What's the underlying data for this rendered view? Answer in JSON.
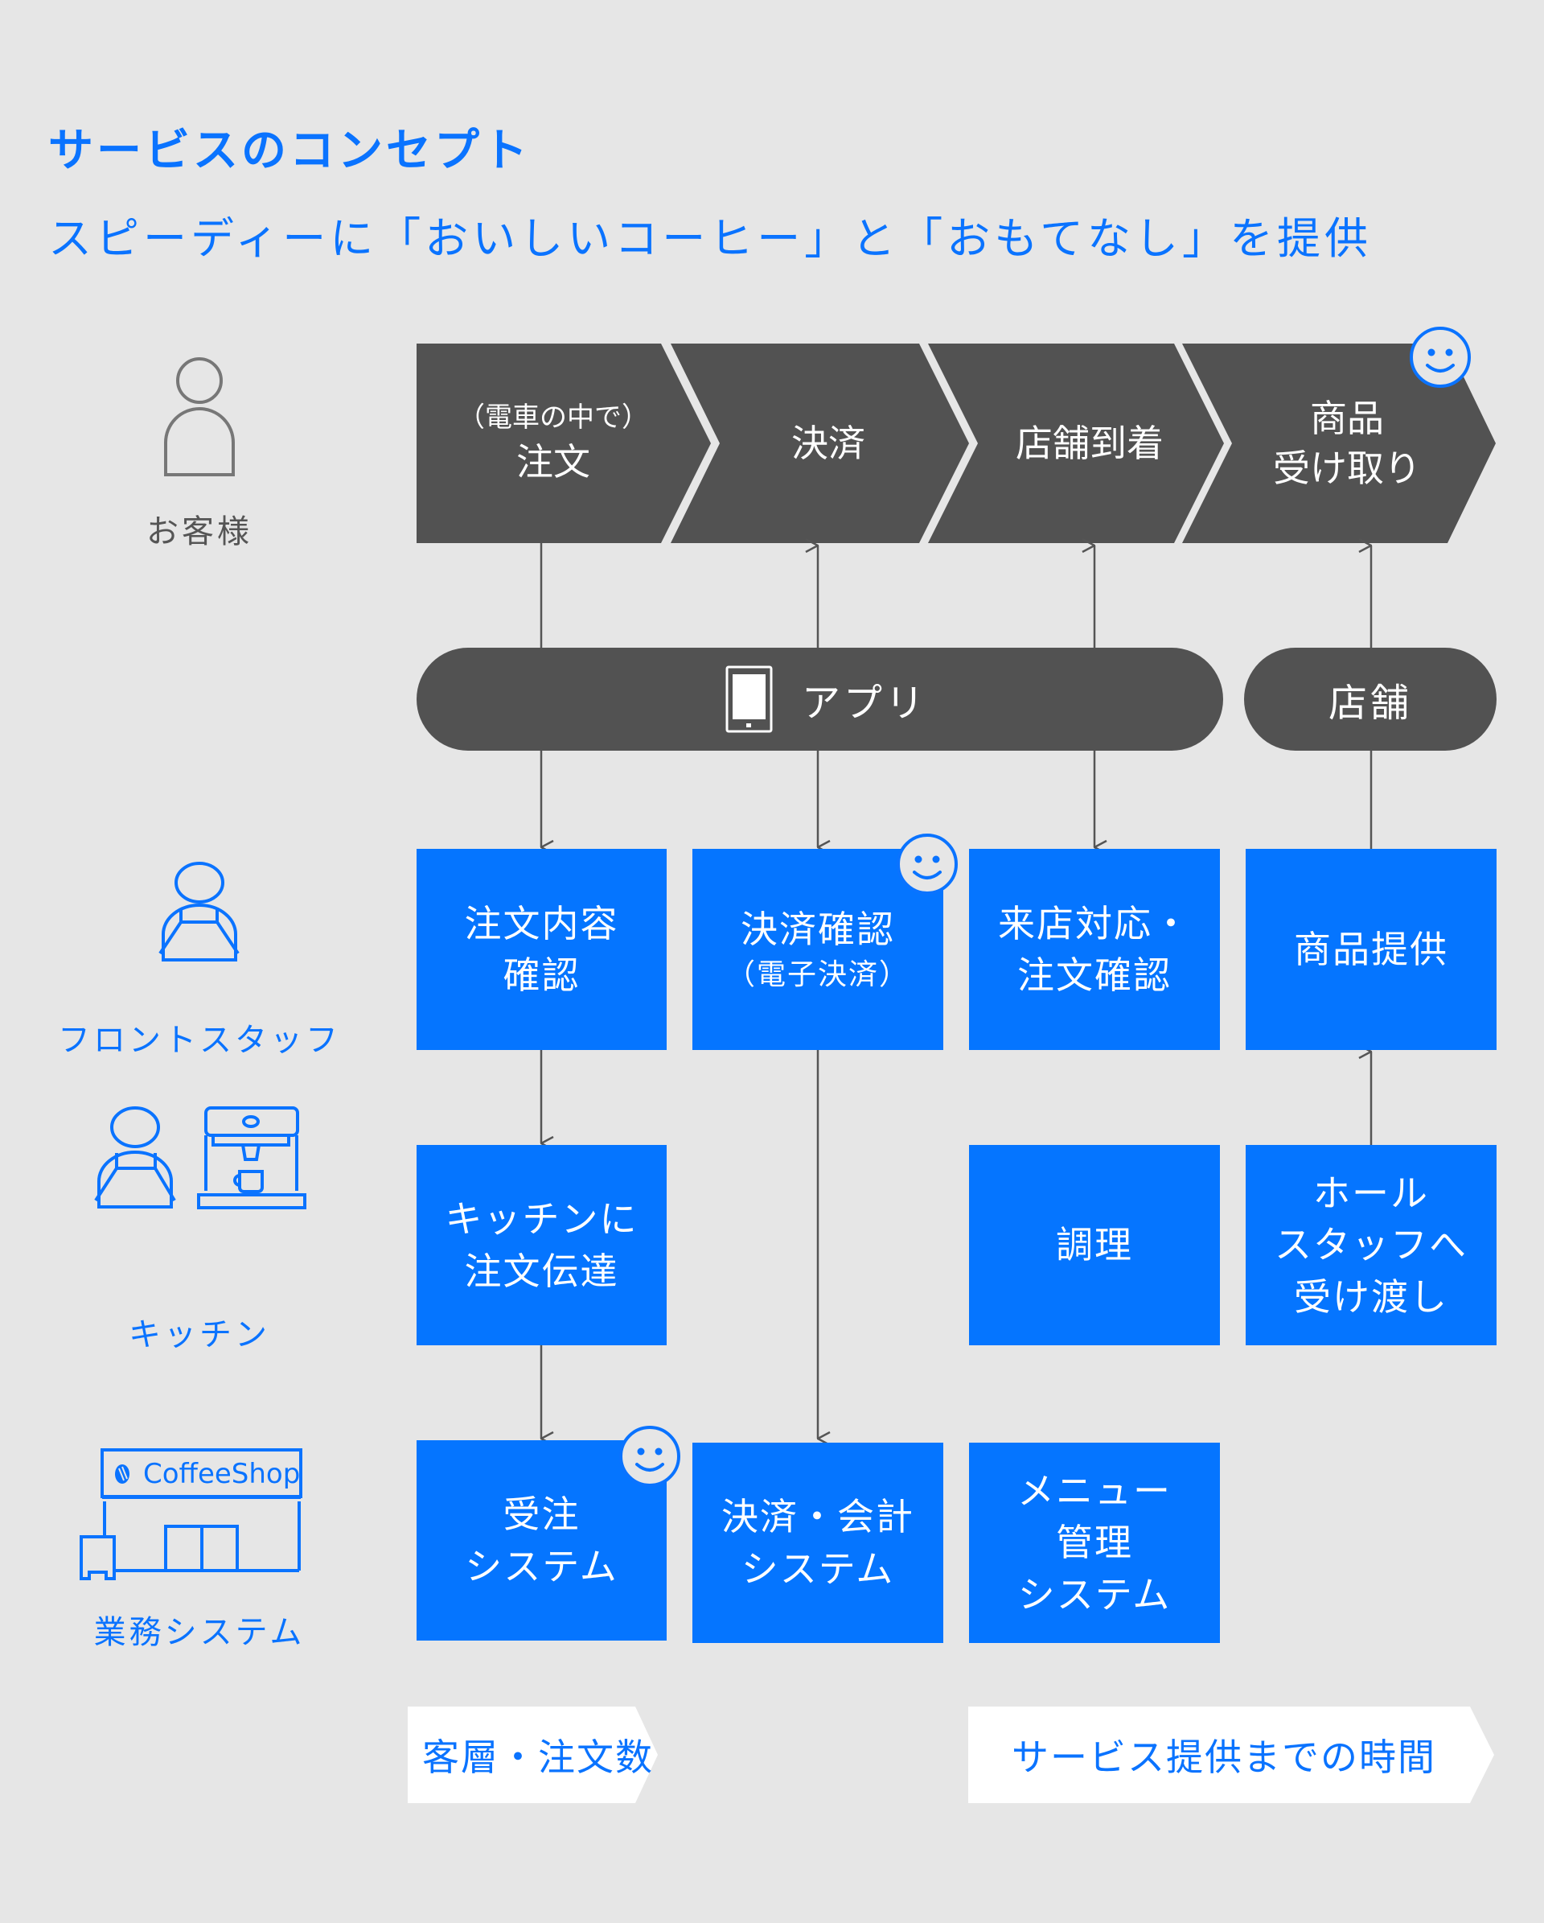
{
  "header": {
    "title": "サービスのコンセプト",
    "subtitle": "スピーディーに「おいしいコーヒー」と「おもてなし」を提供"
  },
  "lanes": {
    "customer": {
      "label": "お客様",
      "icon": "person-icon"
    },
    "front_staff": {
      "label": "フロントスタッフ",
      "icon": "staff-apron-icon"
    },
    "kitchen": {
      "label": "キッチン",
      "icon": "kitchen-staff-coffee-machine-icon"
    },
    "system": {
      "label": "業務システム",
      "icon": "coffee-shop-building-icon",
      "shop_sign": "CoffeeShop"
    }
  },
  "customer_steps": [
    {
      "sub": "（電車の中で）",
      "main": "注文"
    },
    {
      "sub": "",
      "main": "決済"
    },
    {
      "sub": "",
      "main": "店舗到着"
    },
    {
      "sub": "商品",
      "main": "受け取り",
      "smiley": true
    }
  ],
  "channels": {
    "app": {
      "label": "アプリ",
      "icon": "smartphone-icon"
    },
    "store": {
      "label": "店舗"
    }
  },
  "front_staff_tasks": [
    {
      "line1": "注文内容",
      "line2": "確認"
    },
    {
      "line1": "決済確認",
      "line2": "（電子決済）",
      "smiley": true
    },
    {
      "line1": "来店対応・",
      "line2": "注文確認"
    },
    {
      "line1": "商品提供",
      "line2": ""
    }
  ],
  "kitchen_tasks": [
    {
      "line1": "キッチンに",
      "line2": "注文伝達"
    },
    {
      "line1": "調理",
      "line2": ""
    },
    {
      "line1": "ホール",
      "line2": "スタッフへ",
      "line3": "受け渡し"
    }
  ],
  "systems": [
    {
      "line1": "受注",
      "line2": "システム",
      "smiley": true
    },
    {
      "line1": "決済・会計",
      "line2": "システム"
    },
    {
      "line1": "メニュー",
      "line2": "管理",
      "line3": "システム"
    }
  ],
  "metrics": [
    {
      "label": "客層・注文数"
    },
    {
      "label": "サービス提供までの時間"
    }
  ],
  "colors": {
    "accent": "#0575ff",
    "dark": "#525252",
    "background": "#e6e6e6",
    "connector": "#555555"
  }
}
